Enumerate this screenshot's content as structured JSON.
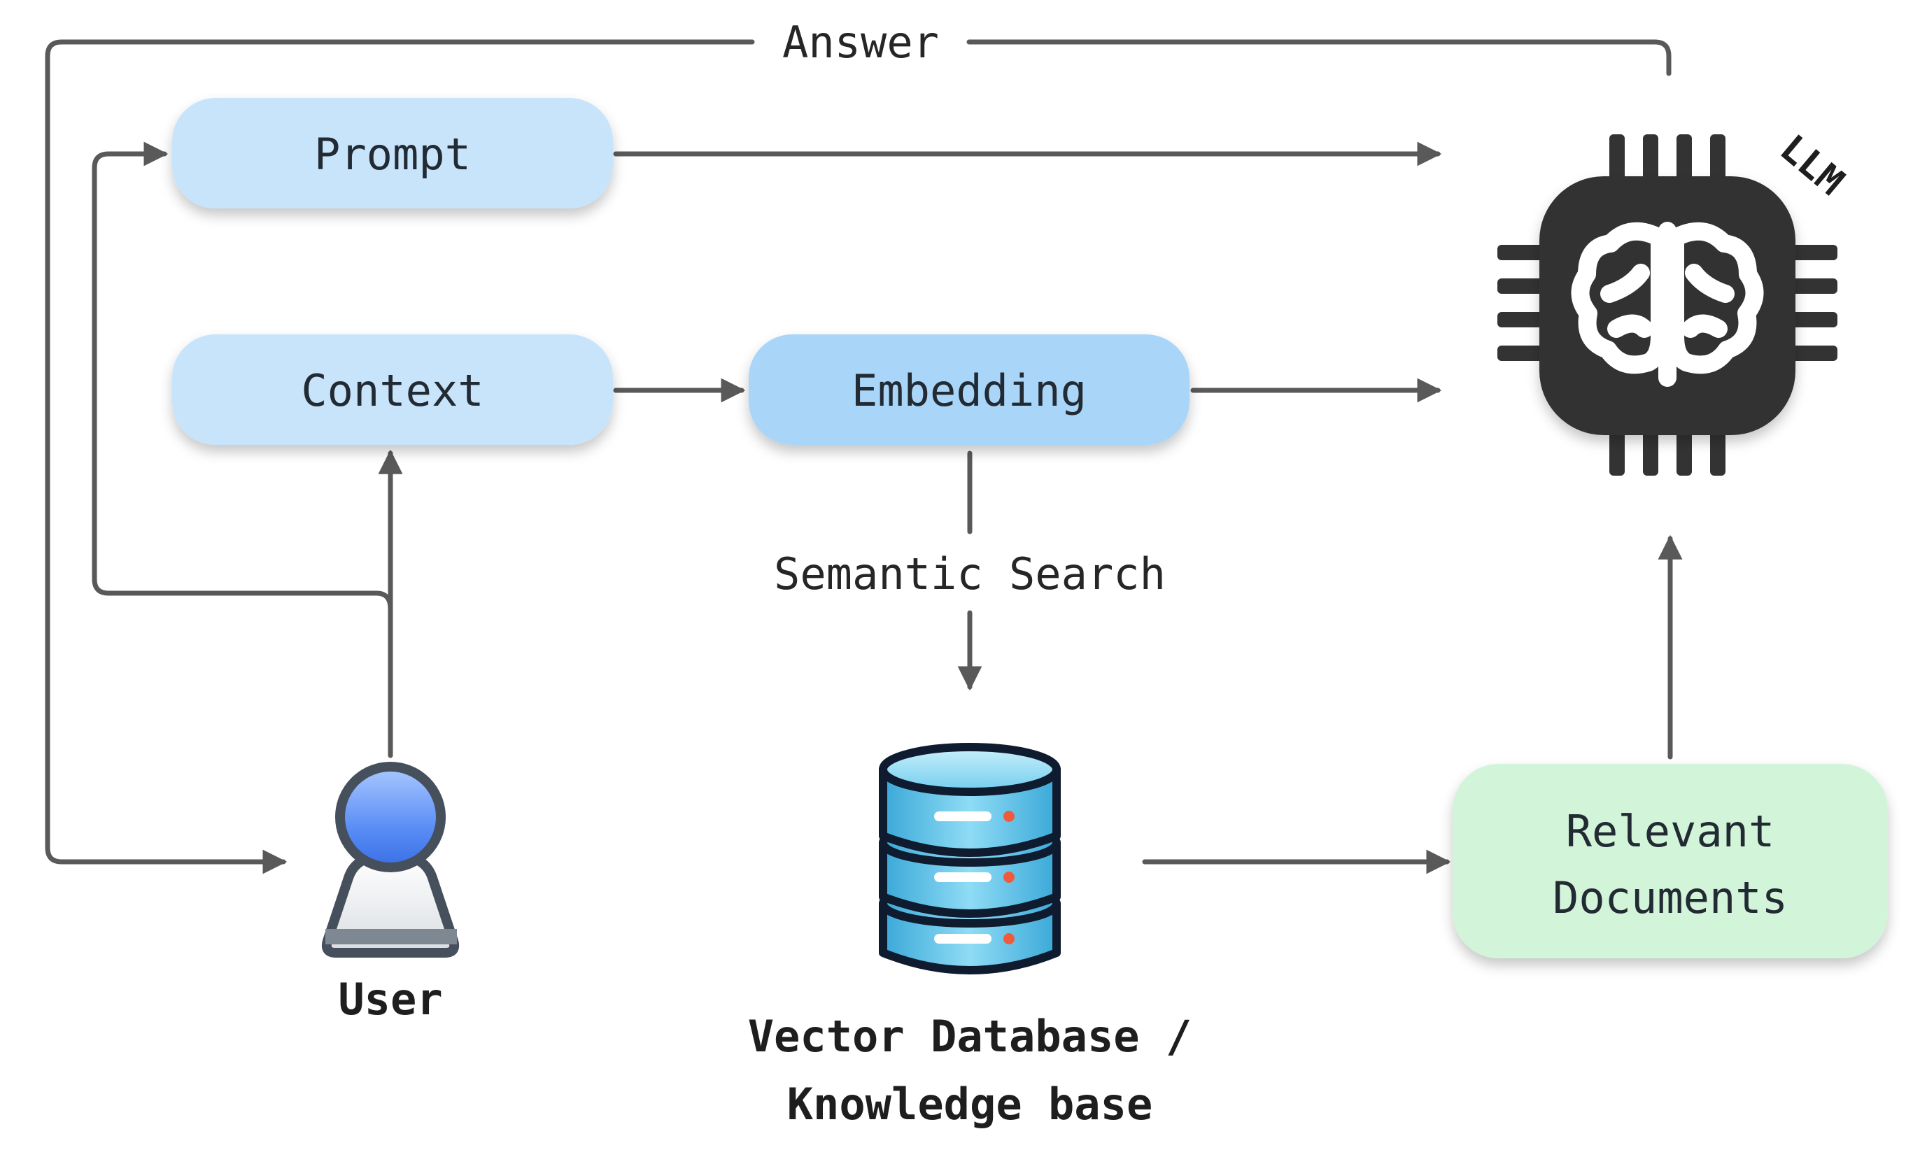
{
  "labels": {
    "answer": "Answer",
    "prompt": "Prompt",
    "context": "Context",
    "embedding": "Embedding",
    "semantic_search": "Semantic Search",
    "user": "User",
    "vector_db_line1": "Vector Database /",
    "vector_db_line2": "Knowledge base",
    "relevant_line1": "Relevant",
    "relevant_line2": "Documents",
    "llm": "LLM"
  },
  "icons": {
    "user": "user-icon",
    "database": "database-icon",
    "llm": "brain-chip-icon"
  },
  "colors": {
    "prompt_box": "#c8e4fb",
    "context_box": "#c8e4fb",
    "embedding_box": "#a9d6f8",
    "relevant_box": "#d2f4d8",
    "arrow": "#595959",
    "chip": "#333333"
  }
}
